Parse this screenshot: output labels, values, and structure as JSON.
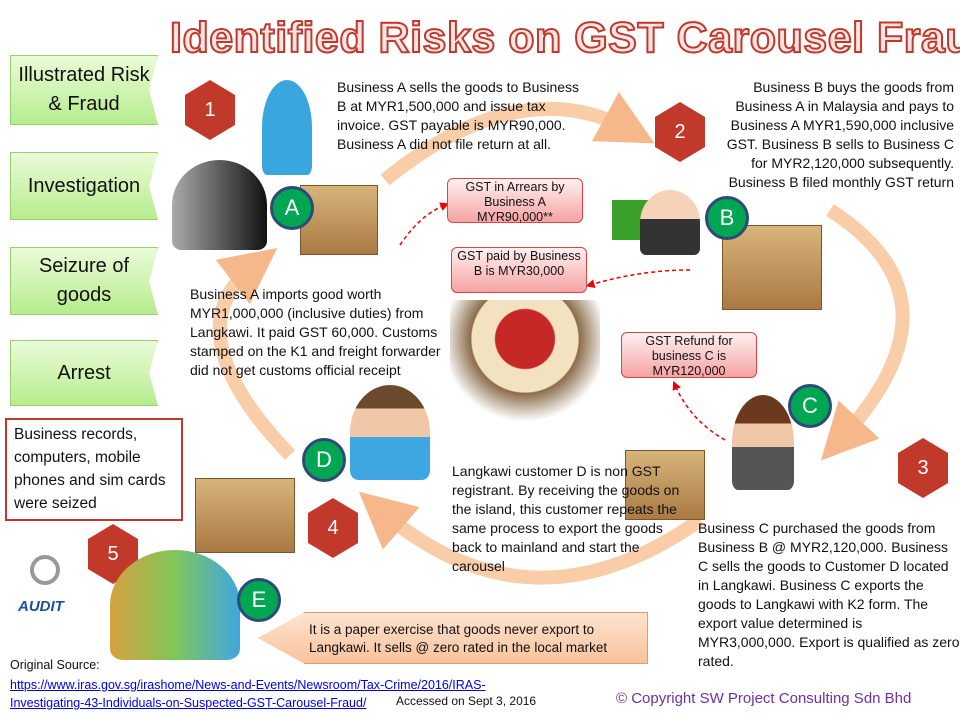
{
  "title": "Identified Risks on GST Carousel Fraud",
  "nav": [
    "Illustrated Risk & Fraud",
    "Investigation",
    "Seizure of goods",
    "Arrest"
  ],
  "seized_box": "Business records, computers, mobile phones and sim cards were seized",
  "steps": [
    "1",
    "2",
    "3",
    "4",
    "5"
  ],
  "parties": [
    "A",
    "B",
    "C",
    "D",
    "E"
  ],
  "text_1": "Business A sells the goods to Business B at MYR1,500,000 and issue tax invoice. GST payable is MYR90,000. Business A did not file return at all.",
  "text_2": "Business B buys the goods from Business A in Malaysia and pays to Business A MYR1,590,000 inclusive GST. Business B sells to Business C for MYR2,120,000 subsequently. Business B filed monthly GST return",
  "text_a": "Business A imports good worth MYR1,000,000 (inclusive duties) from Langkawi. It paid GST 60,000. Customs stamped on the K1 and freight forwarder did not get customs official receipt",
  "text_d": "Langkawi customer D is non GST registrant. By receiving the goods on the island, this customer repeats the same process to export the goods back to mainland and start the carousel",
  "text_c": "Business C purchased the goods from Business B @ MYR2,120,000. Business C sells the goods to Customer D located in Langkawi. Business C exports the goods to Langkawi with K2 form. The export value determined is MYR3,000,000. Export is qualified as zero rated.",
  "callouts": {
    "arrears": "GST in Arrears by Business A MYR90,000**",
    "paid_b": "GST paid by Business B is MYR30,000",
    "refund_c": "GST Refund for business C is MYR120,000"
  },
  "bottom_arrow": "It is a paper exercise that goods never export to Langkawi. It sells @ zero rated in the local market",
  "audit_label": "AUDIT",
  "source": {
    "label": "Original Source:",
    "url": "https://www.iras.gov.sg/irashome/News-and-Events/Newsroom/Tax-Crime/2016/IRAS-Investigating-43-Individuals-on-Suspected-GST-Carousel-Fraud/",
    "accessed": "Accessed on Sept 3, 2016"
  },
  "copyright": "© Copyright SW Project Consulting Sdn Bhd"
}
